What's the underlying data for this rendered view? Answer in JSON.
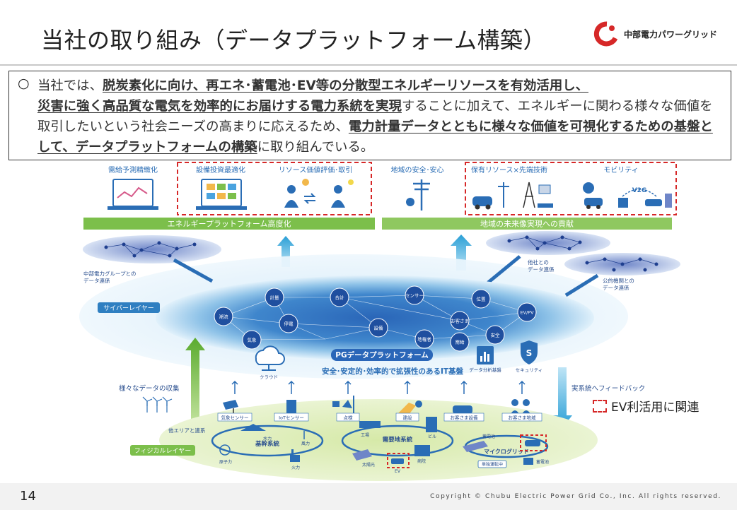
{
  "header": {
    "title": "当社の取り組み（データプラットフォーム構築）",
    "logo_text": "中部電力パワーグリッド"
  },
  "summary": {
    "lead": "当社では、",
    "em1": "脱炭素化に向け、再エネ･蓄電池･EV等の分散型エネルギーリソースを有効活用し、",
    "em2": "災害に強く高品質な電気を効率的にお届けする電力系統を実現",
    "mid": "することに加えて、エネルギーに関わる様々な価値を取引したいという社会ニーズの高まりに応えるため、",
    "em3": "電力計量データとともに様々な価値を可視化するための基盤として、データプラットフォームの構築",
    "tail": "に取り組んでいる。"
  },
  "diagram": {
    "top_services": {
      "demand_forecast": "需給予測精緻化",
      "investment_opt": "設備投資最適化",
      "resource_value": "リソース価値評価･取引",
      "regional_safety": "地域の安全･安心",
      "owned_resources": "保有リソース×先端技術",
      "mobility": "モビリティ"
    },
    "v2g_label": "V2G",
    "bands": {
      "energy_platform": "エネルギープラットフォーム高度化",
      "regional_future": "地域の未来像実現への貢献"
    },
    "clouds": {
      "group_link": "中部電力グループとの\nデータ連係",
      "other_company": "他社との\nデータ連係",
      "public_link": "公的機関との\nデータ連係"
    },
    "cyber_layer": "サイバーレイヤー",
    "cyber_nodes": [
      "計量",
      "合計",
      "センサー",
      "位置",
      "需給",
      "EV/PV",
      "停電",
      "気象",
      "お客さま",
      "潮流",
      "設備",
      "地権者",
      "安全"
    ],
    "platform_name": "PGデータプラットフォーム",
    "platform_tagline": "安全･安定的･効率的で拡張性のあるIT基盤",
    "platform_icons": {
      "cloud": "クラウド",
      "analysis": "データ分析基盤",
      "security": "セキュリティ"
    },
    "data_collection": "様々なデータの収集",
    "feedback": "実系統へフィードバック",
    "physical_layer": "フィジカルレイヤー",
    "physical_items": [
      "気象センサー",
      "IoTセンサー",
      "点検",
      "建設",
      "お客さま設備",
      "お客さま地域"
    ],
    "grids": {
      "backbone": "基幹系統",
      "demand": "需要地系統",
      "micro": "マイクログリッド",
      "other_area": "他エリアと連系",
      "island": "単独運転中"
    },
    "facility_labels": {
      "hydro": "水力",
      "nuclear": "原子力",
      "thermal": "火力",
      "wind": "風力",
      "factory": "工場",
      "building": "ビル",
      "solar": "太陽光",
      "hospital": "病院",
      "storage": "蓄電池",
      "ev": "EV",
      "battery": "蓄電池"
    },
    "legend_text": "EV利活用に関連"
  },
  "footer": {
    "page_number": "14",
    "copyright": "Copyright © Chubu Electric Power Grid Co., Inc. All rights reserved."
  },
  "colors": {
    "accent_red": "#d62828",
    "band_green": "#7cbf4b",
    "cyber_blue": "#2f7fc1",
    "physical_green": "#b9d98a"
  }
}
